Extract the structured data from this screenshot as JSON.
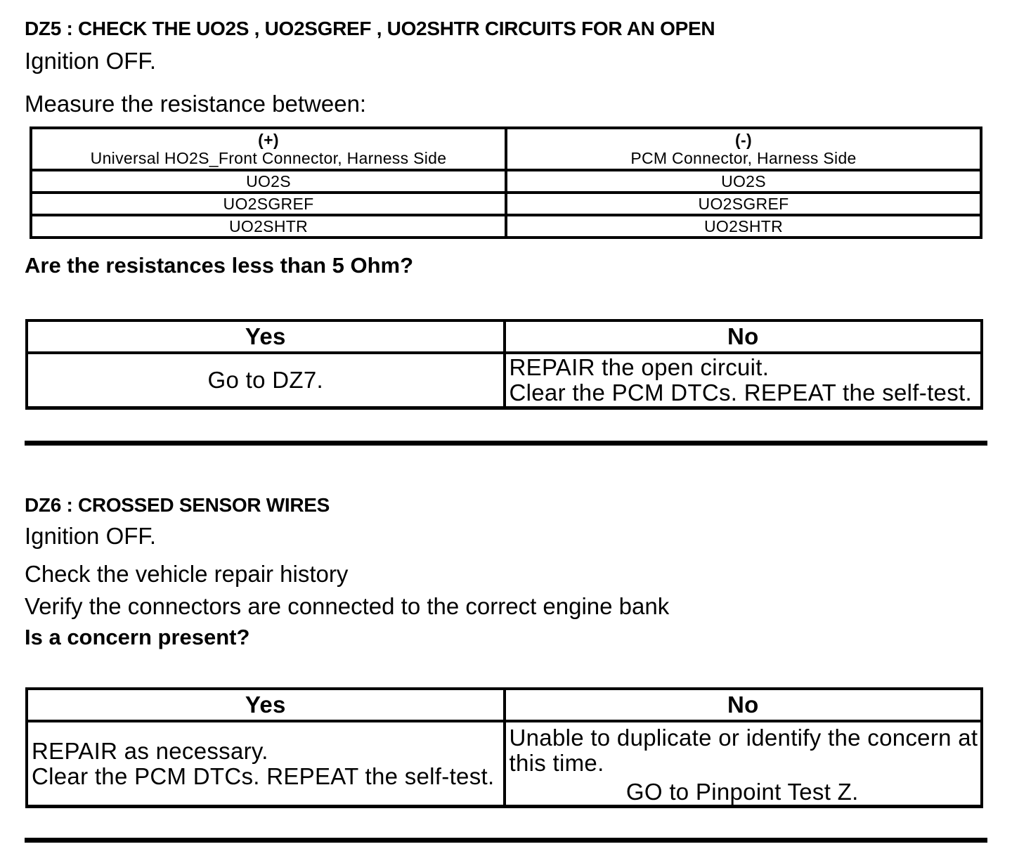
{
  "colors": {
    "text": "#000000",
    "background": "#ffffff",
    "border": "#000000"
  },
  "section_dz5": {
    "heading": "DZ5 : CHECK THE UO2S , UO2SGREF , UO2SHTR CIRCUITS FOR AN OPEN",
    "lines": {
      "ignition": "Ignition OFF.",
      "measure": "Measure the resistance between:"
    },
    "measure_table": {
      "columns": {
        "positive": {
          "sign": "(+)",
          "label": "Universal HO2S_Front Connector, Harness Side"
        },
        "negative": {
          "sign": "(-)",
          "label": "PCM Connector, Harness Side"
        }
      },
      "rows": [
        {
          "positive": "UO2S",
          "negative": "UO2S"
        },
        {
          "positive": "UO2SGREF",
          "negative": "UO2SGREF"
        },
        {
          "positive": "UO2SHTR",
          "negative": "UO2SHTR"
        }
      ]
    },
    "question": "Are the resistances less than 5 Ohm?",
    "decision_table": {
      "yes_header": "Yes",
      "no_header": "No",
      "yes_lines": {
        "line1": "Go to DZ7."
      },
      "no_lines": {
        "line1": "REPAIR the open circuit.",
        "line2": "Clear the PCM DTCs. REPEAT the self-test."
      }
    }
  },
  "section_dz6": {
    "heading": "DZ6 : CROSSED SENSOR WIRES",
    "lines": {
      "ignition": "Ignition OFF.",
      "check": "Check the vehicle repair history",
      "verify": "Verify the connectors are connected to the correct engine bank"
    },
    "question": "Is a concern present?",
    "decision_table": {
      "yes_header": "Yes",
      "no_header": "No",
      "yes_lines": {
        "line1": "REPAIR as necessary.",
        "line2": "Clear the PCM DTCs. REPEAT the self-test."
      },
      "no_lines": {
        "line1": "Unable to duplicate or identify the concern at",
        "line2": "this time.",
        "action": "GO to Pinpoint Test Z."
      }
    }
  }
}
